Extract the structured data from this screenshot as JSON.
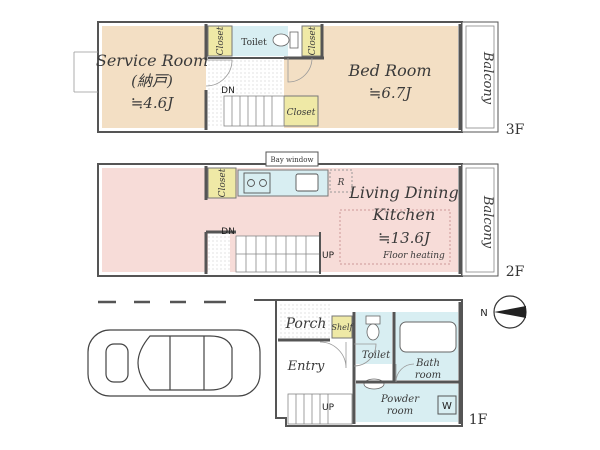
{
  "floors": {
    "f3": {
      "level": "3F",
      "service_room": {
        "name": "Service Room",
        "note": "(納戸)",
        "size": "≒4.6J"
      },
      "bed_room": {
        "name": "Bed Room",
        "size": "≒6.7J"
      },
      "toilet": "Toilet",
      "closet": "Closet",
      "balcony": "Balcony",
      "stair_down": "DN"
    },
    "f2": {
      "level": "2F",
      "ldk": {
        "line1": "Living Dining",
        "line2": "Kitchen",
        "size": "≒13.6J"
      },
      "floor_heating": "Floor heating",
      "bay_window": "Bay window",
      "closet": "Closet",
      "balcony": "Balcony",
      "stair_down": "DN",
      "stair_up": "UP",
      "refrigerator": "R"
    },
    "f1": {
      "level": "1F",
      "porch": "Porch",
      "shelf": "Shelf",
      "toilet": "Toilet",
      "bath": {
        "line1": "Bath",
        "line2": "room"
      },
      "entry": "Entry",
      "powder": {
        "line1": "Powder",
        "line2": "room"
      },
      "washer": "W",
      "stair_up": "UP"
    }
  },
  "compass": {
    "north": "N"
  },
  "colors": {
    "service_room": "#f3dfc4",
    "bed_room": "#f3dfc4",
    "ldk": "#f7dcd8",
    "wet_area": "#d8eef2",
    "closet": "#efe9a6",
    "wall": "#555555"
  }
}
